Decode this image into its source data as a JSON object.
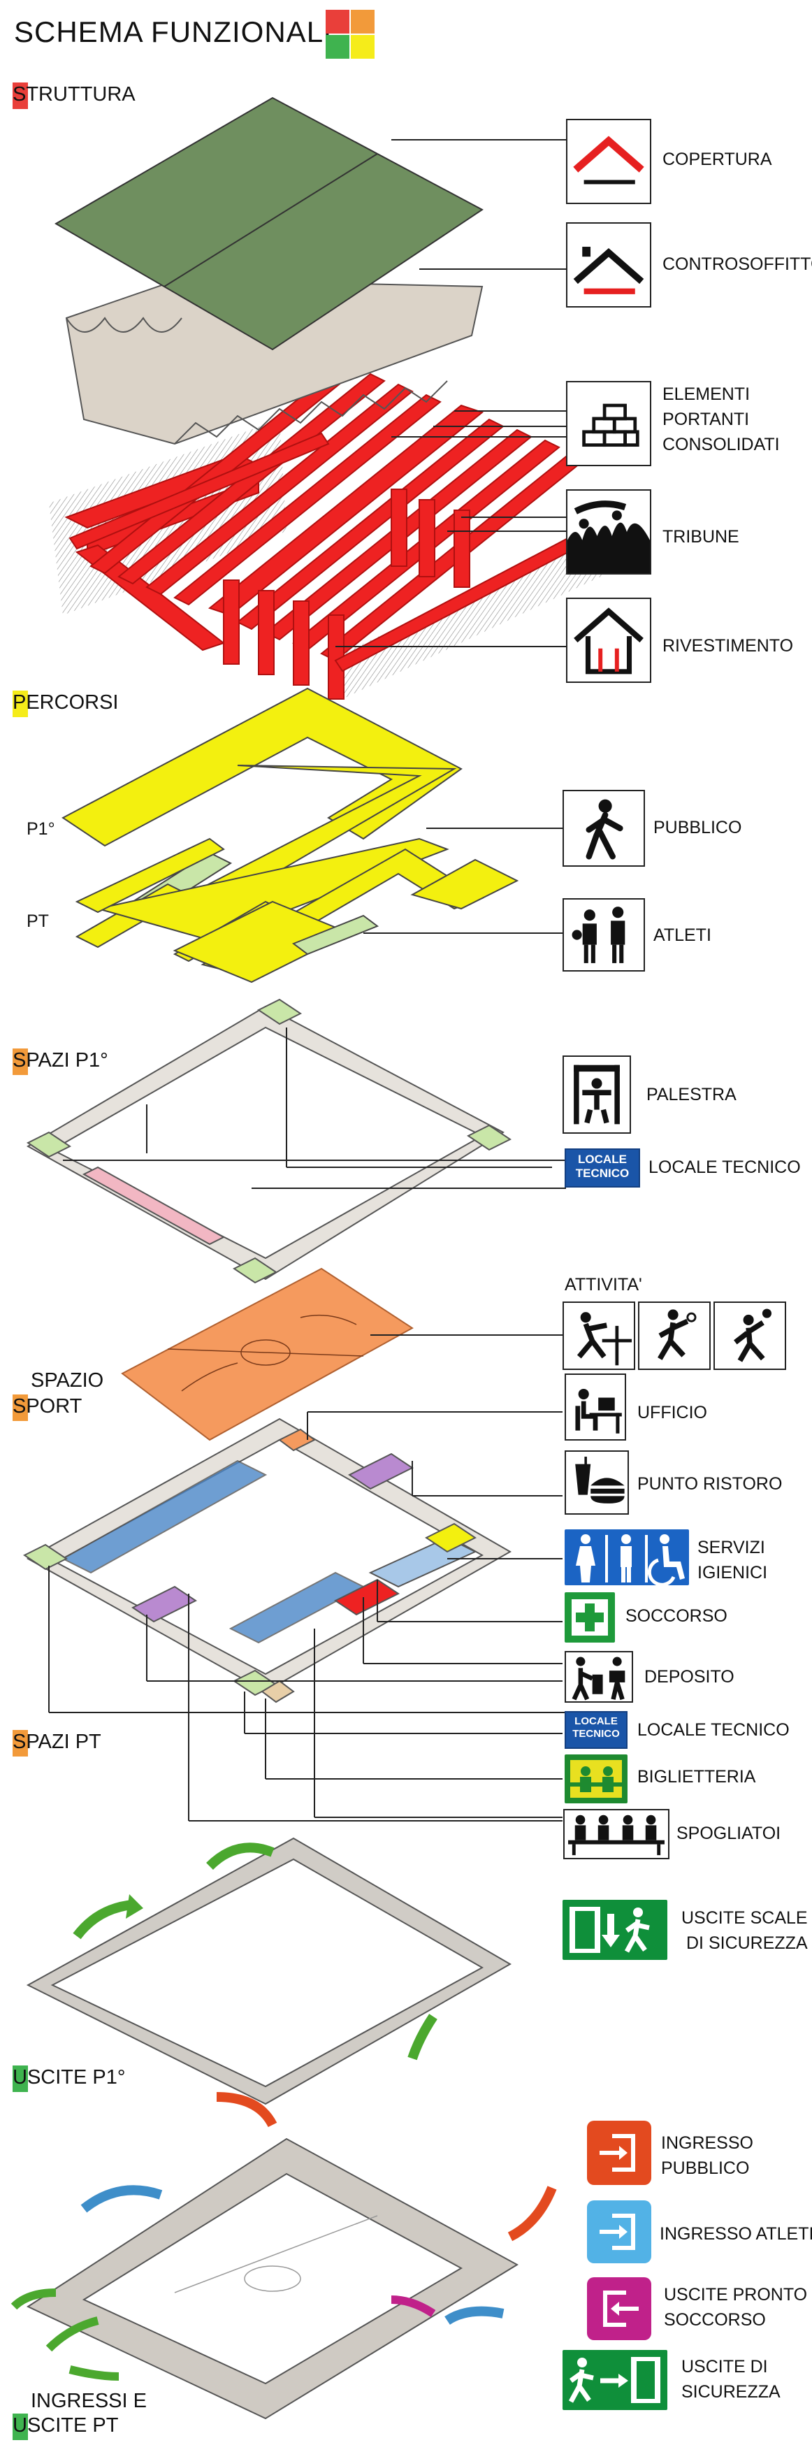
{
  "title": "SCHEMA FUNZIONALE",
  "colors": {
    "red": "#e93f3a",
    "orange": "#f29a3a",
    "green": "#3fb34f",
    "yellow": "#f5ec1a",
    "struct_red": "#ee2222",
    "roof": "#6f8f5f",
    "path": "#f3f00f",
    "pale_green": "#c9e6a8",
    "sport": "#f59a5e",
    "blue": "#4a86c8",
    "ice": "#a8c8e8",
    "purple": "#b98ad0",
    "exit_green": "#169a3a",
    "entry_red": "#e34a1f",
    "entry_blue": "#52b2e6",
    "entry_purple": "#c0218a"
  },
  "sections": {
    "struttura": "STRUTTURA",
    "percorsi": "PERCORSI",
    "spazi_p1": "SPAZI P1°",
    "spazio_sport_line1": "SPAZIO",
    "spazio_sport_line2": "SPORT",
    "spazi_pt": "SPAZI PT",
    "uscite_p1": "USCITE P1°",
    "ingressi_line1": "INGRESSI E",
    "ingressi_line2": "USCITE PT"
  },
  "floor_labels": {
    "p1": "P1°",
    "pt": "PT"
  },
  "labels": {
    "copertura": "COPERTURA",
    "controsoffitto": "CONTROSOFFITTO",
    "elementi_1": "ELEMENTI",
    "elementi_2": "PORTANTI",
    "elementi_3": "CONSOLIDATI",
    "tribune": "TRIBUNE",
    "rivestimento": "RIVESTIMENTO",
    "pubblico": "PUBBLICO",
    "atleti": "ATLETI",
    "palestra": "PALESTRA",
    "locale_tecnico": "LOCALE TECNICO",
    "locale_tecnico_sign": "LOCALE TECNICO",
    "attivita": "ATTIVITA'",
    "ufficio": "UFFICIO",
    "punto_ristoro": "PUNTO RISTORO",
    "servizi_1": "SERVIZI",
    "servizi_2": "IGIENICI",
    "soccorso": "SOCCORSO",
    "deposito": "DEPOSITO",
    "locale_tecnico_pt": "LOCALE TECNICO",
    "biglietteria": "BIGLIETTERIA",
    "spogliatoi": "SPOGLIATOI",
    "uscite_scale_1": "USCITE SCALE",
    "uscite_scale_2": "DI SICUREZZA",
    "ingresso_pubblico_1": "INGRESSO",
    "ingresso_pubblico_2": "PUBBLICO",
    "ingresso_atleti": "INGRESSO ATLETI",
    "uscite_pronto_1": "USCITE PRONTO",
    "uscite_pronto_2": "SOCCORSO",
    "uscite_sicurezza_1": "USCITE DI",
    "uscite_sicurezza_2": "SICUREZZA"
  },
  "icons": [
    "copertura-icon",
    "controsoffitto-icon",
    "bricks-icon",
    "crowd-icon",
    "house-icon",
    "pedestrian-icon",
    "athletes-icon",
    "gym-icon",
    "ping-pong-icon",
    "handball-icon",
    "basketball-icon",
    "office-icon",
    "food-icon",
    "toilet-icon",
    "first-aid-icon",
    "trolley-icon",
    "ticket-icon",
    "locker-icon",
    "emergency-stairs-icon",
    "entry-icon",
    "exit-icon"
  ]
}
